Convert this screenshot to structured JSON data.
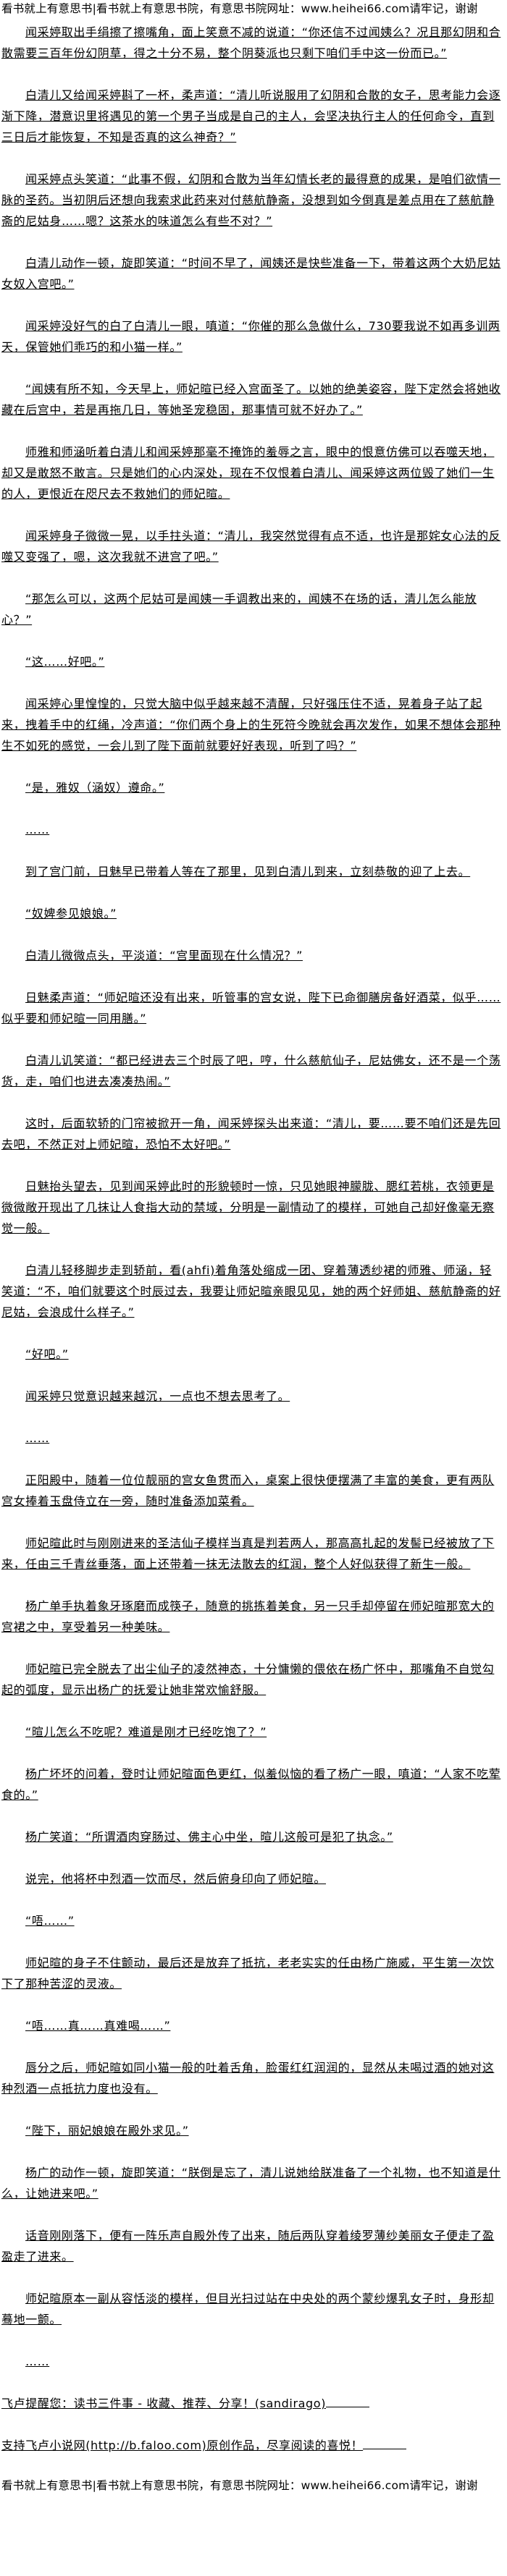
{
  "banner": "看书就上有意思书|看书就上有意思书院，有意思书院网址：www.heihei66.com请牢记，谢谢",
  "paragraphs": [
    "闻采婷取出手绢擦了擦嘴角，面上笑意不减的说道：“你还信不过闻姨么？况且那幻阴和合散需要三百年份幻阴草，得之十分不易，整个阴葵派也只剩下咱们手中这一份而已。”",
    "白清儿又给闻采婷斟了一杯，柔声道：“清儿听说服用了幻阴和合散的女子，思考能力会逐渐下降，潜意识里将遇见的第一个男子当成是自己的主人，会坚决执行主人的任何命令，直到三日后才能恢复，不知是否真的这么神奇？”",
    "闻采婷点头笑道：“此事不假，幻阴和合散为当年幻情长老的最得意的成果，是咱们欲情一脉的圣药。当初阴后还想向我索求此药来对付慈航静斋，没想到如今倒真是差点用在了慈航静斋的尼姑身……嗯？这茶水的味道怎么有些不对？”",
    "白清儿动作一顿，旋即笑道：“时间不早了，闻姨还是快些准备一下，带着这两个大奶尼姑女奴入宫吧。”",
    "闻采婷没好气的白了白清儿一眼，嗔道：“你催的那么急做什么，730要我说不如再多训两天，保管她们乖巧的和小猫一样。”",
    "“闻姨有所不知，今天早上，师妃暄已经入宫面圣了。以她的绝美姿容，陛下定然会将她收藏在后宫中，若是再拖几日，等她圣宠稳固，那事情可就不好办了。”",
    "师雅和师涵听着白清儿和闻采婷那毫不掩饰的羞辱之言，眼中的恨意仿佛可以吞噬天地，却又是敢怒不敢言。只是她们的心内深处，现在不仅恨着白清儿、闻采婷这两位毁了她们一生的人，更恨近在咫尺去不救她们的师妃暄。",
    "闻采婷身子微微一晃，以手拄头道：“清儿，我突然觉得有点不适，也许是那姹女心法的反噬又变强了，嗯，这次我就不进宫了吧。”",
    "“那怎么可以，这两个尼姑可是闻姨一手调教出来的，闻姨不在场的话，清儿怎么能放心？”",
    "“这……好吧。”",
    "闻采婷心里惶惶的，只觉大脑中似乎越来越不清醒，只好强压住不适，晃着身子站了起来，拽着手中的红绳，冷声道：“你们两个身上的生死符今晚就会再次发作，如果不想体会那种生不如死的感觉，一会儿到了陛下面前就要好好表现，听到了吗？”",
    "“是，雅奴（涵奴）遵命。”",
    "……",
    "到了宫门前，日魅早已带着人等在了那里，见到白清儿到来，立刻恭敬的迎了上去。",
    "“奴婢参见娘娘。”",
    "白清儿微微点头，平淡道：“宫里面现在什么情况？”",
    "日魅柔声道：“师妃暄还没有出来，听管事的宫女说，陛下已命御膳房备好酒菜，似乎……似乎要和师妃暄一同用膳。”",
    "白清儿讥笑道：“都已经进去三个时辰了吧，哼，什么慈航仙子，尼姑佛女，还不是一个荡货，走，咱们也进去凑凑热闹。”",
    "这时，后面软轿的门帘被掀开一角，闻采婷探头出来道：“清儿，要……要不咱们还是先回去吧，不然正对上师妃暄，恐怕不太好吧。”",
    "日魅抬头望去，见到闻采婷此时的形貌顿时一惊，只见她眼神朦胧、腮红若桃，衣领更是微微敞开现出了几抹让人食指大动的禁域，分明是一副情动了的模样，可她自己却好像毫无察觉一般。",
    "白清儿轻移脚步走到轿前，看(ahfi)着角落处缩成一团、穿着薄透纱裙的师雅、师涵，轻笑道：“不，咱们就要这个时辰过去，我要让师妃暄亲眼见见，她的两个好师姐、慈航静斋的好尼姑，会浪成什么样子。”",
    "“好吧。”",
    "闻采婷只觉意识越来越沉，一点也不想去思考了。",
    "……",
    "正阳殿中，随着一位位靓丽的宫女鱼贯而入，桌案上很快便摆满了丰富的美食，更有两队宫女捧着玉盘侍立在一旁，随时准备添加菜肴。",
    "师妃暄此时与刚刚进来的圣洁仙子模样当真是判若两人，那高高扎起的发髻已经被放了下来，任由三千青丝垂落，面上还带着一抹无法散去的红润，整个人好似获得了新生一般。",
    "杨广单手执着象牙琢磨而成筷子，随意的挑拣着美食，另一只手却停留在师妃暄那宽大的宫裙之中，享受着另一种美味。",
    "师妃暄已完全脱去了出尘仙子的凌然神态，十分慵懒的偎依在杨广怀中，那嘴角不自觉勾起的弧度，显示出杨广的抚爱让她非常欢愉舒服。",
    "“暄儿怎么不吃呢？难道是刚才已经吃饱了？”",
    "杨广坏坏的问着，登时让师妃暄面色更红，似羞似恼的看了杨广一眼，嗔道：“人家不吃荤食的。”",
    "杨广笑道：“所谓酒肉穿肠过、佛主心中坐，暄儿这般可是犯了执念。”",
    "说完，他将杯中烈酒一饮而尽，然后俯身印向了师妃暄。",
    "“唔……”",
    "师妃暄的身子不住颤动，最后还是放弃了抵抗，老老实实的任由杨广施威，平生第一次饮下了那种苦涩的灵液。",
    "“唔……真……真难喝……”",
    "唇分之后，师妃暄如同小猫一般的吐着舌角，脸蛋红红润润的，显然从未喝过酒的她对这种烈酒一点抵抗力度也没有。",
    "“陛下，丽妃娘娘在殿外求见。”",
    "杨广的动作一顿，旋即笑道：“朕倒是忘了，清儿说她给朕准备了一个礼物，也不知道是什么，让她进来吧。”",
    "话音刚刚落下，便有一阵乐声自殿外传了出来，随后两队穿着绫罗薄纱美丽女子便走了盈盈走了进来。",
    "师妃暄原本一副从容恬淡的模样，但目光扫过站在中央处的两个蒙纱爆乳女子时，身形却蓦地一颤。",
    "……"
  ],
  "footer": {
    "reminder": "飞卢提醒您：读书三件事 - 收藏、推荐、分享！(sandirago)",
    "support": "支持飞卢小说网(http://b.faloo.com)原创作品，尽享阅读的喜悦！"
  },
  "bottom_banner": "看书就上有意思书|看书就上有意思书院，有意思书院网址：www.heihei66.com请牢记，谢谢"
}
